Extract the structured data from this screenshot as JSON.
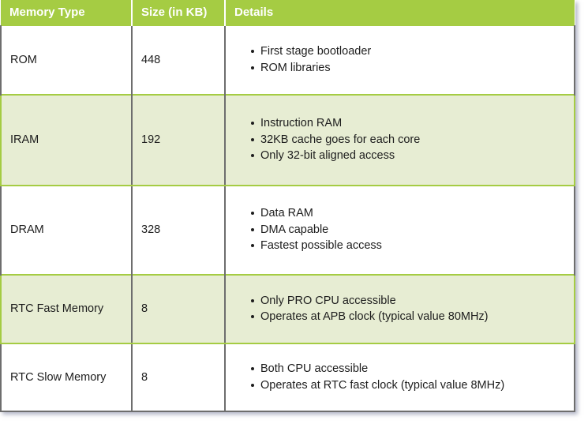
{
  "table": {
    "name": "esp32-memory-type-table",
    "columns": [
      {
        "key": "type",
        "label": "Memory Type"
      },
      {
        "key": "size",
        "label": "Size (in KB)"
      },
      {
        "key": "details",
        "label": "Details"
      }
    ],
    "colors": {
      "header_background": "#a5cc43",
      "header_text": "#ffffff",
      "row_alt_background": "#e7edd3",
      "row_background": "#ffffff",
      "grid_green": "#a5cc43",
      "grid_grey": "#6e6e6e",
      "body_text": "#1d1d1d"
    },
    "rows": [
      {
        "type": "ROM",
        "size": "448",
        "details": [
          "First stage bootloader",
          "ROM libraries"
        ]
      },
      {
        "type": "IRAM",
        "size": "192",
        "details": [
          "Instruction RAM",
          "32KB cache goes for each core",
          "Only 32-bit aligned access"
        ]
      },
      {
        "type": "DRAM",
        "size": "328",
        "details": [
          "Data RAM",
          "DMA capable",
          "Fastest possible access"
        ]
      },
      {
        "type": "RTC Fast Memory",
        "size": "8",
        "details": [
          "Only PRO CPU accessible",
          "Operates at APB clock (typical value 80MHz)"
        ]
      },
      {
        "type": "RTC Slow Memory",
        "size": "8",
        "details": [
          "Both CPU accessible",
          "Operates at RTC fast clock (typical value 8MHz)"
        ]
      }
    ]
  }
}
